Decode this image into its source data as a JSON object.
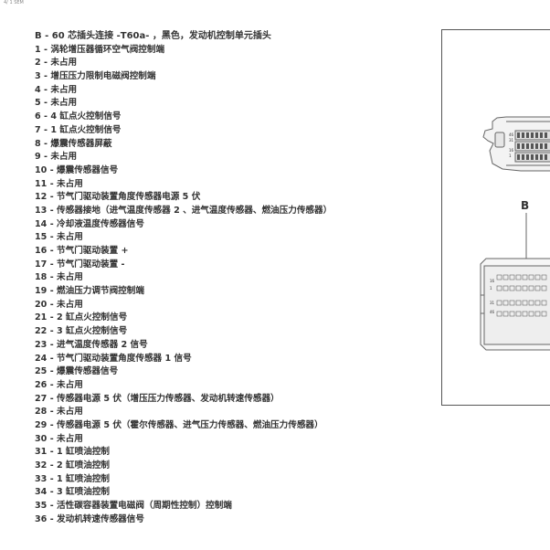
{
  "corner_text": "4/ 1 SEM",
  "title": "B - 60 芯插头连接 -T60a- ，黑色，发动机控制单元插头",
  "pins": [
    {
      "no": "1",
      "text": "涡轮增压器循环空气阀控制端"
    },
    {
      "no": "2",
      "text": "未占用"
    },
    {
      "no": "3",
      "text": "增压压力限制电磁阀控制端"
    },
    {
      "no": "4",
      "text": "未占用"
    },
    {
      "no": "5",
      "text": "未占用"
    },
    {
      "no": "6",
      "text": "4 缸点火控制信号"
    },
    {
      "no": "7",
      "text": "1 缸点火控制信号"
    },
    {
      "no": "8",
      "text": "爆震传感器屏蔽"
    },
    {
      "no": "9",
      "text": "未占用"
    },
    {
      "no": "10",
      "text": "爆震传感器信号"
    },
    {
      "no": "11",
      "text": "未占用"
    },
    {
      "no": "12",
      "text": "节气门驱动装置角度传感器电源 5 伏"
    },
    {
      "no": "13",
      "text": "传感器接地（进气温度传感器 2 、进气温度传感器、燃油压力传感器）"
    },
    {
      "no": "14",
      "text": "冷却液温度传感器信号"
    },
    {
      "no": "15",
      "text": "未占用"
    },
    {
      "no": "16",
      "text": "节气门驱动装置 +"
    },
    {
      "no": "17",
      "text": "节气门驱动装置 -"
    },
    {
      "no": "18",
      "text": "未占用"
    },
    {
      "no": "19",
      "text": "燃油压力调节阀控制端"
    },
    {
      "no": "20",
      "text": "未占用"
    },
    {
      "no": "21",
      "text": "2 缸点火控制信号"
    },
    {
      "no": "22",
      "text": "3 缸点火控制信号"
    },
    {
      "no": "23",
      "text": "进气温度传感器 2 信号"
    },
    {
      "no": "24",
      "text": "节气门驱动装置角度传感器 1 信号"
    },
    {
      "no": "25",
      "text": "爆震传感器信号"
    },
    {
      "no": "26",
      "text": "未占用"
    },
    {
      "no": "27",
      "text": "传感器电源 5 伏（增压压力传感器、发动机转速传感器）"
    },
    {
      "no": "28",
      "text": "未占用"
    },
    {
      "no": "29",
      "text": "传感器电源 5 伏（霍尔传感器、进气压力传感器、燃油压力传感器）"
    },
    {
      "no": "30",
      "text": "未占用"
    },
    {
      "no": "31",
      "text": "1 缸喷油控制"
    },
    {
      "no": "32",
      "text": "2 缸喷油控制"
    },
    {
      "no": "33",
      "text": "1 缸喷油控制"
    },
    {
      "no": "34",
      "text": "3 缸喷油控制"
    },
    {
      "no": "35",
      "text": "活性碳容器装置电磁阀（周期性控制）控制端"
    },
    {
      "no": "36",
      "text": "发动机转速传感器信号"
    }
  ],
  "figure": {
    "label": "B",
    "top_connector_pins": [
      "46",
      "31",
      "16",
      "1"
    ],
    "bottom_connector_pins": [
      "16",
      "1",
      "31",
      "46"
    ]
  }
}
